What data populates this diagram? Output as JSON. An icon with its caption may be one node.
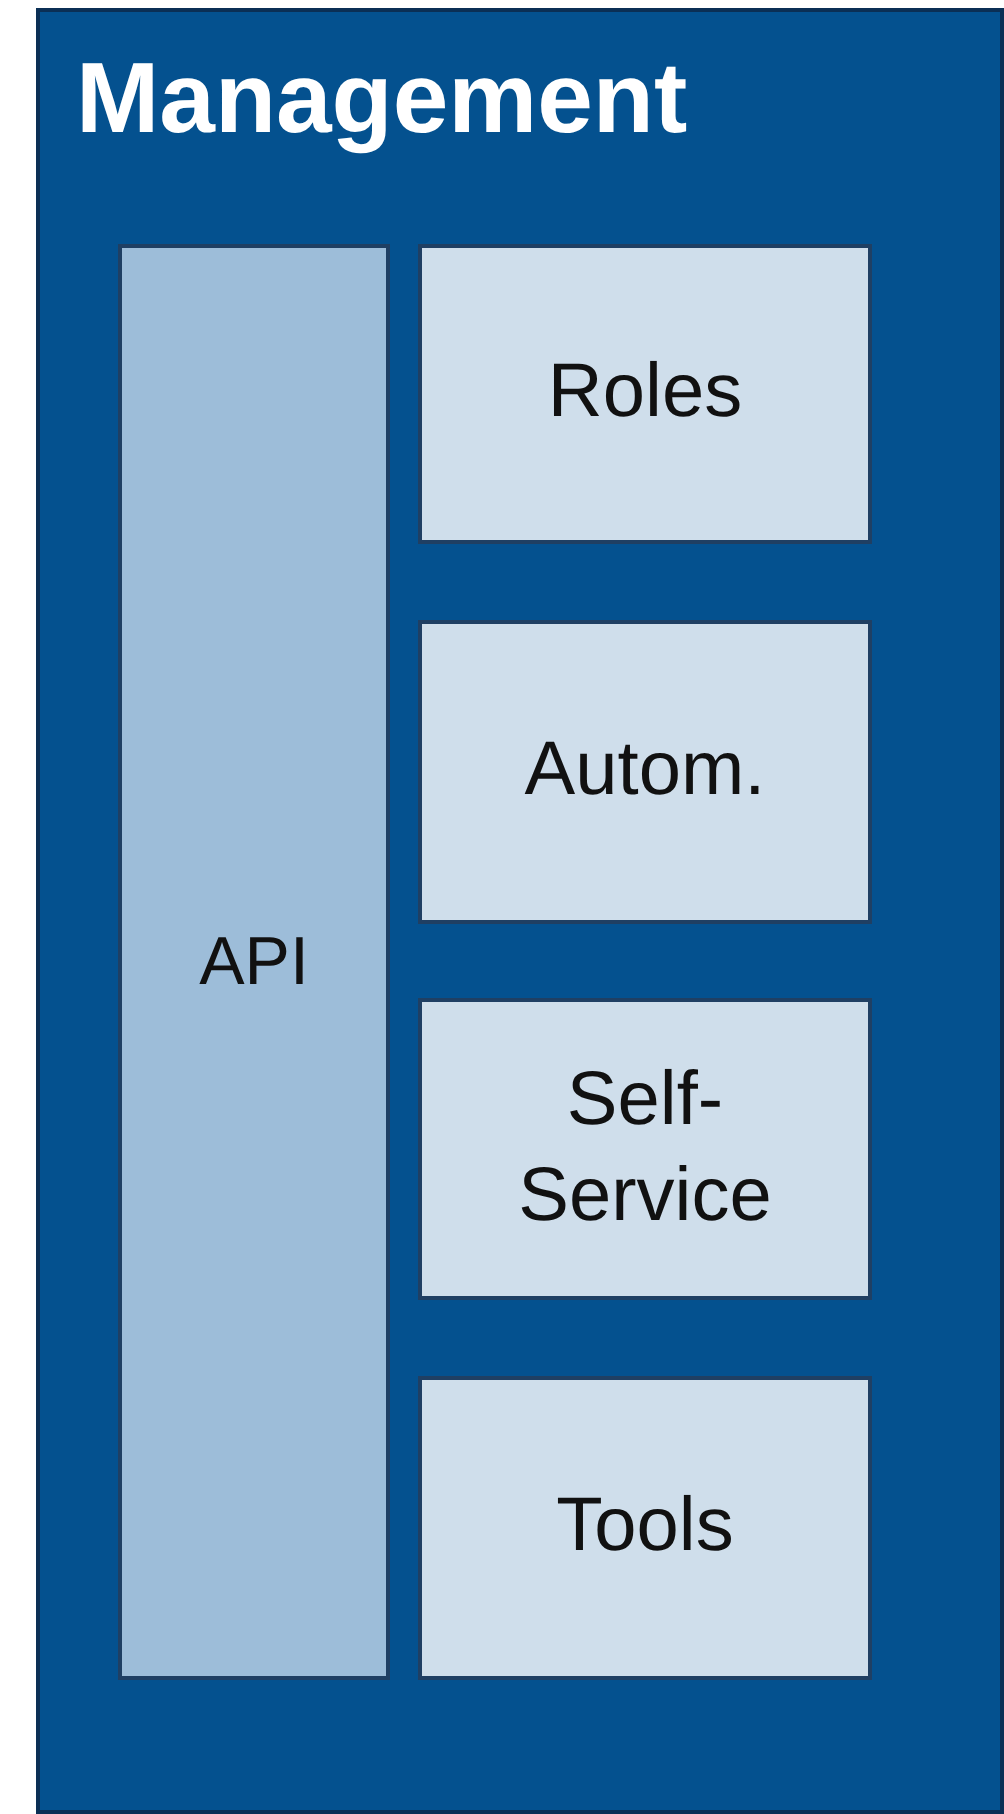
{
  "diagram": {
    "nodes": [
      {
        "text": [
          "Management"
        ]
      },
      {
        "text": [
          "API"
        ],
        "in": 0
      },
      {
        "text": [
          "Roles"
        ],
        "in": 0
      },
      {
        "text": [
          "Autom."
        ],
        "in": 0
      },
      {
        "text": [
          "Self-Service"
        ],
        "in": 0
      },
      {
        "text": [
          "Tools"
        ],
        "in": 0
      }
    ]
  }
}
